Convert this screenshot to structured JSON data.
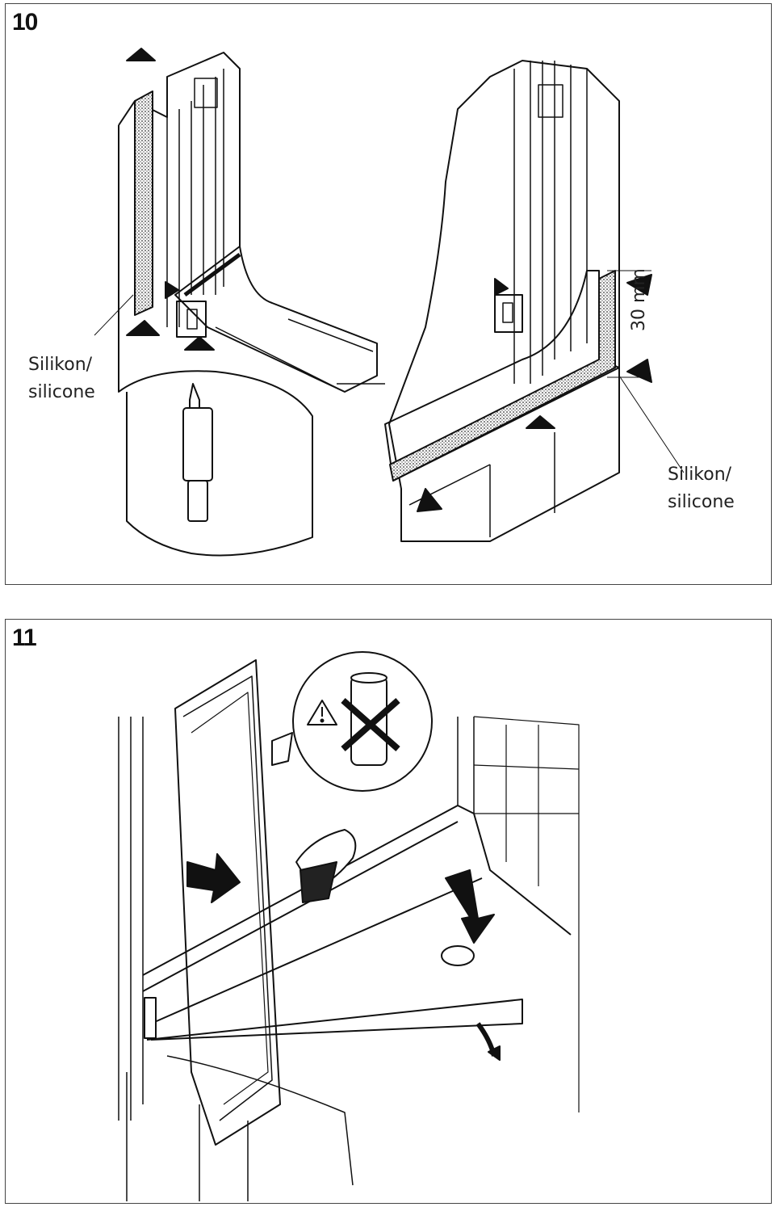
{
  "steps": [
    {
      "number": "10",
      "labels": [
        "Silikon/",
        "silicone",
        "Silikon/",
        "silicone"
      ],
      "measure": "30 mm"
    },
    {
      "number": "11"
    }
  ],
  "icons": [
    "silicone-cartridge-icon",
    "warning-triangle-icon",
    "no-abrasive-cleaner-icon",
    "hand-wipe-icon",
    "arrow-icon"
  ]
}
